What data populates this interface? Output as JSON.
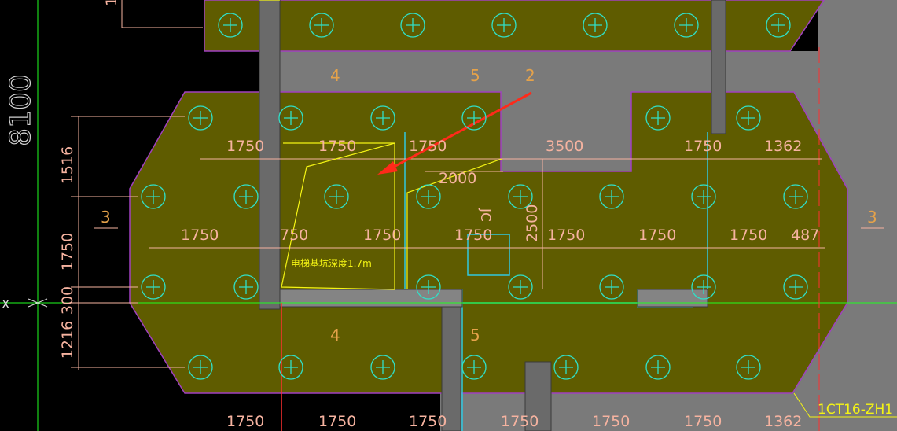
{
  "colors": {
    "background": "#000000",
    "slab": "#5f5c00",
    "grey_region": "#7a7a7a",
    "pile": "#30e0c8",
    "dimension": "#f6b3a0",
    "axis_label": "#e5a24a",
    "annotation": "#f4f414",
    "arrow": "#ff2a1a",
    "outline": "#a040c0",
    "wall": "#30c8e0",
    "axis_line": "#20ff20"
  },
  "icons": {
    "pile": "circle-cross-icon",
    "arrow": "arrow-icon",
    "axis_marker": "crosshair-icon"
  },
  "top_edge": {
    "left_fragment": "1"
  },
  "overall_dimension": "8100",
  "left_dimensions": [
    "1516",
    "1750",
    "300",
    "1216"
  ],
  "axis_labels": {
    "left": "3",
    "right": "3",
    "top_4": "4",
    "top_5": "5",
    "top_2": "2",
    "bottom_4": "4",
    "bottom_5": "5"
  },
  "row1_dimensions": [
    "1750",
    "1750",
    "1750",
    "3500",
    "1750",
    "1362"
  ],
  "row2_dimensions": [
    "1750",
    "750",
    "1750",
    "1750",
    "1750",
    "1750",
    "1750",
    "487"
  ],
  "bottom_dimensions": [
    "1750",
    "1750",
    "1750",
    "1750",
    "1750",
    "1750",
    "1362"
  ],
  "misc_dimensions": {
    "width_2000": "2000",
    "height_2500": "2500"
  },
  "elevator_note": "电梯基坑深度1.7m",
  "stair_tag": "JC",
  "axis_x_label": "X",
  "element_tag": "1CT16-ZH1"
}
